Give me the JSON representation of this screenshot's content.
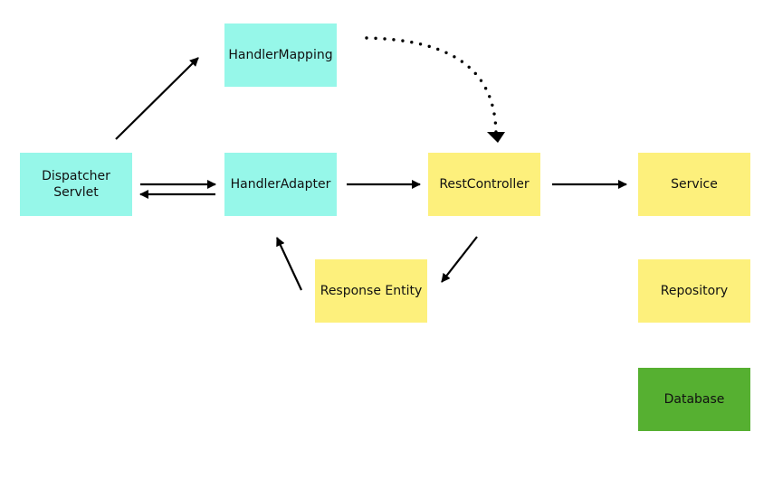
{
  "colors": {
    "framework": "#96f7e9",
    "app": "#fdf07c",
    "data": "#56b031",
    "line": "#000000"
  },
  "nodes": {
    "dispatcher_servlet": "Dispatcher\nServlet",
    "handler_mapping": "HandlerMapping",
    "handler_adapter": "HandlerAdapter",
    "rest_controller": "RestController",
    "service": "Service",
    "response_entity": "Response Entity",
    "repository": "Repository",
    "database": "Database"
  }
}
